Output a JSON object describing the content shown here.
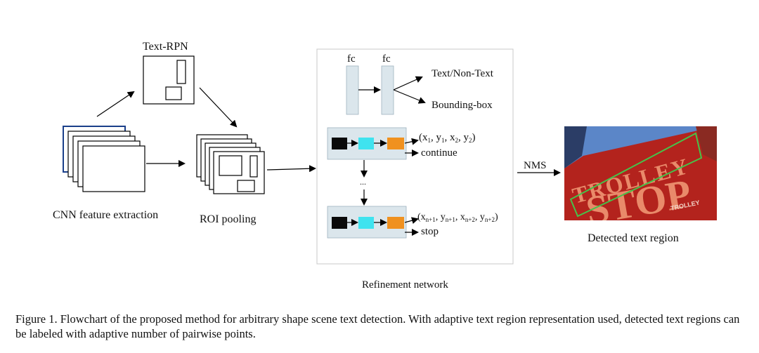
{
  "text_rpn": {
    "label": "Text-RPN"
  },
  "cnn": {
    "label": "CNN feature extraction"
  },
  "roi": {
    "label": "ROI pooling"
  },
  "refine": {
    "label": "Refinement network",
    "fc1": "fc",
    "fc2": "fc",
    "out1": "Text/Non-Text",
    "out2": "Bounding-box",
    "coord1": {
      "open": "(x",
      "s1": "1",
      "t1": ", y",
      "s2": "1",
      "t2": ", x",
      "s3": "2",
      "t3": ", y",
      "s4": "2",
      "close": ")"
    },
    "continue": "continue",
    "dots": "...",
    "coord2": {
      "open": "(x",
      "s1": "n+1",
      "t1": ", y",
      "s2": "n+1",
      "t2": ", x",
      "s3": "n+2",
      "t3": ", y",
      "s4": "n+2",
      "close": ")"
    },
    "stop": "stop"
  },
  "nms": {
    "label": "NMS"
  },
  "detected": {
    "label": "Detected text region",
    "photo_text1": "TROLLEY",
    "photo_text2": "STOP",
    "photo_text3": "TROLLEY"
  },
  "caption": "Figure 1. Flowchart of the proposed method for arbitrary shape scene text detection. With adaptive text region representation used, detected text regions can be labeled with adaptive number of pairwise points.",
  "colors": {
    "block_bg": "#dbe6ec",
    "black_box": "#0a0a0a",
    "cyan_box": "#3fe3ef",
    "orange_box": "#f0911f",
    "sky": "#5b86c8",
    "sign_red": "#b3231d",
    "sign_text": "#e98a6a",
    "poly_green": "#46c24a"
  }
}
